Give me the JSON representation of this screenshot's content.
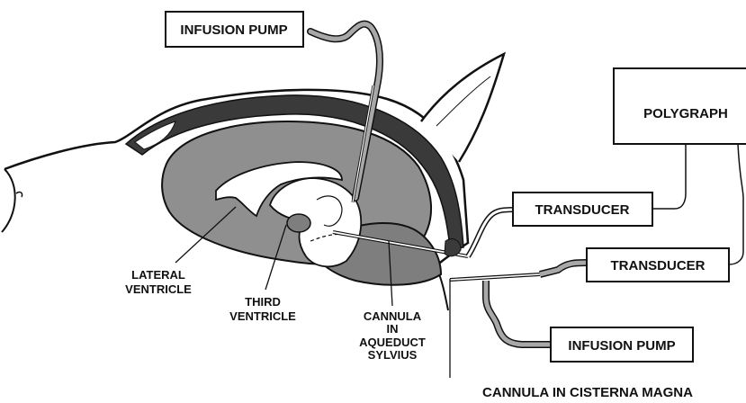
{
  "diagram": {
    "boxes": {
      "infusion_pump_top": "INFUSION PUMP",
      "polygraph": "POLYGRAPH",
      "transducer_upper": "TRANSDUCER",
      "transducer_lower": "TRANSDUCER",
      "infusion_pump_bottom": "INFUSION PUMP"
    },
    "labels": {
      "lateral_ventricle": [
        "LATERAL",
        "VENTRICLE"
      ],
      "third_ventricle": [
        "THIRD",
        "VENTRICLE"
      ],
      "cannula_aqueduct": [
        "CANNULA",
        "IN",
        "AQUEDUCT",
        "SYLVIUS"
      ],
      "cannula_cisterna": "CANNULA IN CISTERNA  MAGNA"
    },
    "colors": {
      "skull_dark": "#3a3a3a",
      "brain_gray": "#8f8f8f",
      "cerebellum_gray": "#7e7e7e",
      "tube_gray": "#a8a8a8",
      "line": "#111111",
      "background": "#ffffff"
    }
  }
}
